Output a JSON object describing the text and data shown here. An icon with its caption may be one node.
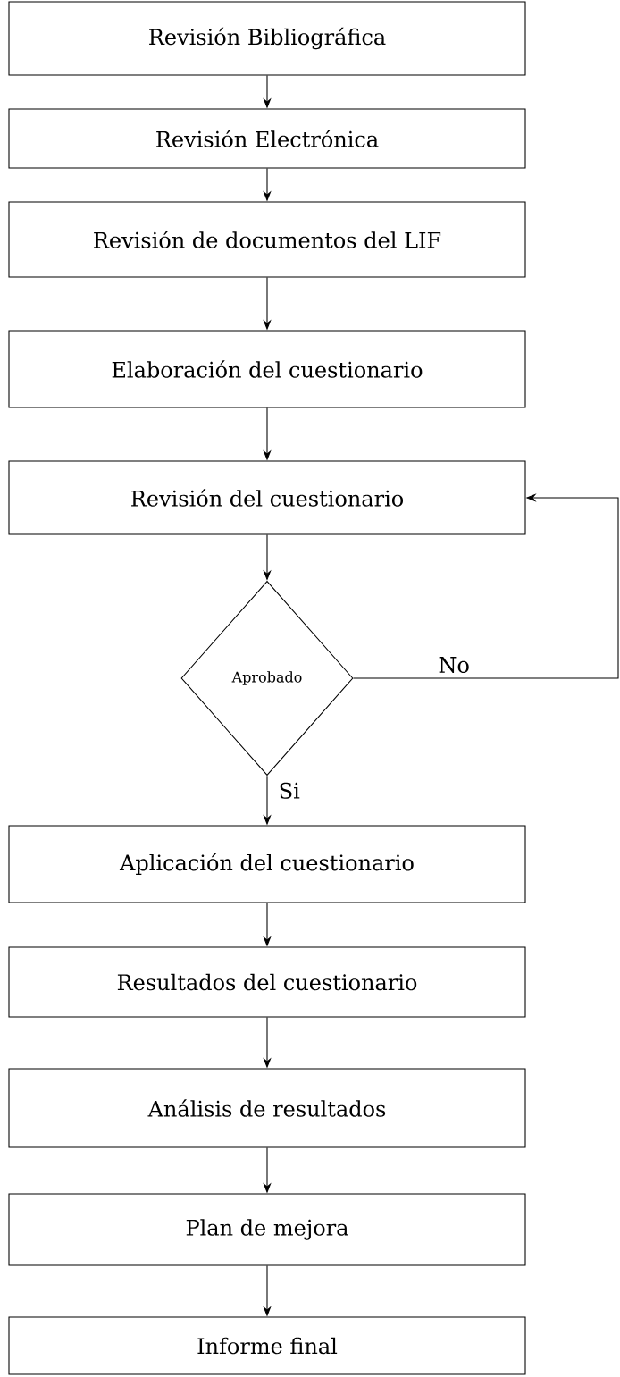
{
  "diagram": {
    "nodes": [
      {
        "text": [
          "Revisión Bibliográfica"
        ]
      },
      {
        "text": [
          "Revisión Electrónica"
        ]
      },
      {
        "text": [
          "Revisión de documentos  del LIF"
        ]
      },
      {
        "text": [
          "Elaboración del cuestionario"
        ]
      },
      {
        "text": [
          "Revisión del cuestionario"
        ]
      },
      {
        "text": [
          "Aprobado"
        ]
      },
      {
        "text": [
          "Aplicación del cuestionario"
        ]
      },
      {
        "text": [
          "Resultados del cuestionario"
        ]
      },
      {
        "text": [
          "Análisis de resultados"
        ]
      },
      {
        "text": [
          "Plan de mejora"
        ]
      },
      {
        "text": [
          "Informe final"
        ]
      }
    ],
    "edges": [
      {
        "from": 0,
        "to": 1,
        "arrow": "to"
      },
      {
        "from": 1,
        "to": 2,
        "arrow": "to"
      },
      {
        "from": 2,
        "to": 3,
        "arrow": "to"
      },
      {
        "from": 3,
        "to": 4,
        "arrow": "to"
      },
      {
        "from": 4,
        "to": 5,
        "arrow": "to"
      },
      {
        "from": 5,
        "to": 4,
        "arrow": "to",
        "label": "No"
      },
      {
        "from": 5,
        "to": 6,
        "arrow": "to",
        "label": "Si"
      },
      {
        "from": 6,
        "to": 7,
        "arrow": "to"
      },
      {
        "from": 7,
        "to": 8,
        "arrow": "to"
      },
      {
        "from": 8,
        "to": 9,
        "arrow": "to"
      },
      {
        "from": 9,
        "to": 10,
        "arrow": "to"
      }
    ]
  }
}
